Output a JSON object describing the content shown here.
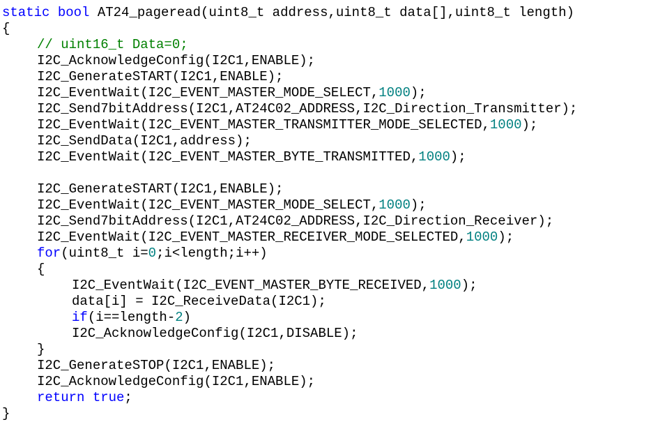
{
  "colors": {
    "keyword": "#0000FF",
    "comment": "#008000",
    "number": "#008080",
    "text": "#000000"
  },
  "lines": [
    {
      "indent": 0,
      "tokens": [
        {
          "t": "static bool",
          "k": "keyword"
        },
        {
          "t": " AT24_pageread(uint8_t address,uint8_t data[],uint8_t length)",
          "k": "text"
        }
      ]
    },
    {
      "indent": 0,
      "tokens": [
        {
          "t": "{",
          "k": "text"
        }
      ]
    },
    {
      "indent": 1,
      "tokens": [
        {
          "t": "// uint16_t Data=0;",
          "k": "comment"
        }
      ]
    },
    {
      "indent": 1,
      "tokens": [
        {
          "t": "I2C_AcknowledgeConfig(I2C1,ENABLE);",
          "k": "text"
        }
      ]
    },
    {
      "indent": 1,
      "tokens": [
        {
          "t": "I2C_GenerateSTART(I2C1,ENABLE);",
          "k": "text"
        }
      ]
    },
    {
      "indent": 1,
      "tokens": [
        {
          "t": "I2C_EventWait(I2C_EVENT_MASTER_MODE_SELECT,",
          "k": "text"
        },
        {
          "t": "1000",
          "k": "number"
        },
        {
          "t": ");",
          "k": "text"
        }
      ]
    },
    {
      "indent": 1,
      "tokens": [
        {
          "t": "I2C_Send7bitAddress(I2C1,AT24C02_ADDRESS,I2C_Direction_Transmitter);",
          "k": "text"
        }
      ]
    },
    {
      "indent": 1,
      "tokens": [
        {
          "t": "I2C_EventWait(I2C_EVENT_MASTER_TRANSMITTER_MODE_SELECTED,",
          "k": "text"
        },
        {
          "t": "1000",
          "k": "number"
        },
        {
          "t": ");",
          "k": "text"
        }
      ]
    },
    {
      "indent": 1,
      "tokens": [
        {
          "t": "I2C_SendData(I2C1,address);",
          "k": "text"
        }
      ]
    },
    {
      "indent": 1,
      "tokens": [
        {
          "t": "I2C_EventWait(I2C_EVENT_MASTER_BYTE_TRANSMITTED,",
          "k": "text"
        },
        {
          "t": "1000",
          "k": "number"
        },
        {
          "t": ");",
          "k": "text"
        }
      ]
    },
    {
      "indent": 0,
      "tokens": []
    },
    {
      "indent": 1,
      "tokens": [
        {
          "t": "I2C_GenerateSTART(I2C1,ENABLE);",
          "k": "text"
        }
      ]
    },
    {
      "indent": 1,
      "tokens": [
        {
          "t": "I2C_EventWait(I2C_EVENT_MASTER_MODE_SELECT,",
          "k": "text"
        },
        {
          "t": "1000",
          "k": "number"
        },
        {
          "t": ");",
          "k": "text"
        }
      ]
    },
    {
      "indent": 1,
      "tokens": [
        {
          "t": "I2C_Send7bitAddress(I2C1,AT24C02_ADDRESS,I2C_Direction_Receiver);",
          "k": "text"
        }
      ]
    },
    {
      "indent": 1,
      "tokens": [
        {
          "t": "I2C_EventWait(I2C_EVENT_MASTER_RECEIVER_MODE_SELECTED,",
          "k": "text"
        },
        {
          "t": "1000",
          "k": "number"
        },
        {
          "t": ");",
          "k": "text"
        }
      ]
    },
    {
      "indent": 1,
      "tokens": [
        {
          "t": "for",
          "k": "keyword"
        },
        {
          "t": "(uint8_t i=",
          "k": "text"
        },
        {
          "t": "0",
          "k": "number"
        },
        {
          "t": ";i<length;i++)",
          "k": "text"
        }
      ]
    },
    {
      "indent": 1,
      "tokens": [
        {
          "t": "{",
          "k": "text"
        }
      ]
    },
    {
      "indent": 2,
      "tokens": [
        {
          "t": "I2C_EventWait(I2C_EVENT_MASTER_BYTE_RECEIVED,",
          "k": "text"
        },
        {
          "t": "1000",
          "k": "number"
        },
        {
          "t": ");",
          "k": "text"
        }
      ]
    },
    {
      "indent": 2,
      "tokens": [
        {
          "t": "data[i] = I2C_ReceiveData(I2C1);",
          "k": "text"
        }
      ]
    },
    {
      "indent": 2,
      "tokens": [
        {
          "t": "if",
          "k": "keyword"
        },
        {
          "t": "(i==length-",
          "k": "text"
        },
        {
          "t": "2",
          "k": "number"
        },
        {
          "t": ")",
          "k": "text"
        }
      ]
    },
    {
      "indent": 2,
      "tokens": [
        {
          "t": "I2C_AcknowledgeConfig(I2C1,DISABLE);",
          "k": "text"
        }
      ]
    },
    {
      "indent": 1,
      "tokens": [
        {
          "t": "}",
          "k": "text"
        }
      ]
    },
    {
      "indent": 1,
      "tokens": [
        {
          "t": "I2C_GenerateSTOP(I2C1,ENABLE);",
          "k": "text"
        }
      ]
    },
    {
      "indent": 1,
      "tokens": [
        {
          "t": "I2C_AcknowledgeConfig(I2C1,ENABLE);",
          "k": "text"
        }
      ]
    },
    {
      "indent": 1,
      "tokens": [
        {
          "t": "return true",
          "k": "keyword"
        },
        {
          "t": ";",
          "k": "text"
        }
      ]
    },
    {
      "indent": 0,
      "tokens": [
        {
          "t": "}",
          "k": "text"
        }
      ]
    }
  ]
}
